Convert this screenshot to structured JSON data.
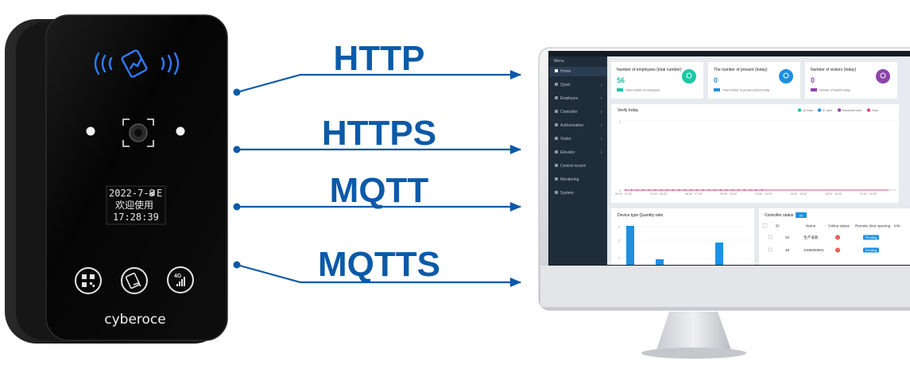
{
  "protocols": [
    {
      "label": "HTTP"
    },
    {
      "label": "HTTPS"
    },
    {
      "label": "MQTT"
    },
    {
      "label": "MQTTS"
    }
  ],
  "device": {
    "brand": "cyberoce",
    "lcd_date": "2022-7-9",
    "lcd_signal": "E",
    "lcd_welcome": "欢迎使用",
    "lcd_time": "17:28:39",
    "button_4g": "4G"
  },
  "dashboard": {
    "menu_caption": "Menu",
    "sidebar": [
      "Home",
      "Quick",
      "Employee",
      "Controller",
      "Authorization",
      "Visitor",
      "Elevator",
      "Control record",
      "Monitoring",
      "System"
    ],
    "cards": [
      {
        "title": "Number of employees (total number)",
        "value": "56",
        "note": "Total number of employees",
        "color": "#1bc7a6"
      },
      {
        "title": "The number of present (today)",
        "value": "0",
        "note": "Total number of people present today",
        "color": "#1e90e0"
      },
      {
        "title": "Number of visitors (today)",
        "value": "0",
        "note": "Number of visitors today",
        "color": "#8e44ad"
      }
    ],
    "verify": {
      "title": "Verify today",
      "legend": [
        {
          "label": "Qr code",
          "color": "#1bc7a6"
        },
        {
          "label": "IC card",
          "color": "#1e90e0"
        },
        {
          "label": "Password card",
          "color": "#8e44ad"
        },
        {
          "label": "Face",
          "color": "#e8457c"
        }
      ],
      "y_top": "1",
      "y_zero": "0",
      "x_ticks": [
        "00:00 - 01:00",
        "03:00 - 04:00",
        "06:00 - 07:00",
        "09:00 - 10:00",
        "12:00 - 13:00",
        "15:00 - 16:00",
        "18:00 - 19:00",
        "21:00 - 22:00"
      ]
    },
    "device_ratio": {
      "title": "Device type Quantity ratio",
      "y_labels": [
        "4",
        "3",
        "2"
      ],
      "values": [
        3.9,
        2.1,
        2.8
      ]
    },
    "controller_status": {
      "title": "Controller status",
      "count": "20",
      "headers": [
        "ID",
        "Name",
        "Online status",
        "Remote door opening",
        "Info"
      ],
      "rows": [
        {
          "id": "34",
          "name": "生产设备",
          "status": "!",
          "action": "Pending"
        },
        {
          "id": "49",
          "name": "2205000901",
          "status": "!",
          "action": "Pending"
        }
      ]
    }
  }
}
